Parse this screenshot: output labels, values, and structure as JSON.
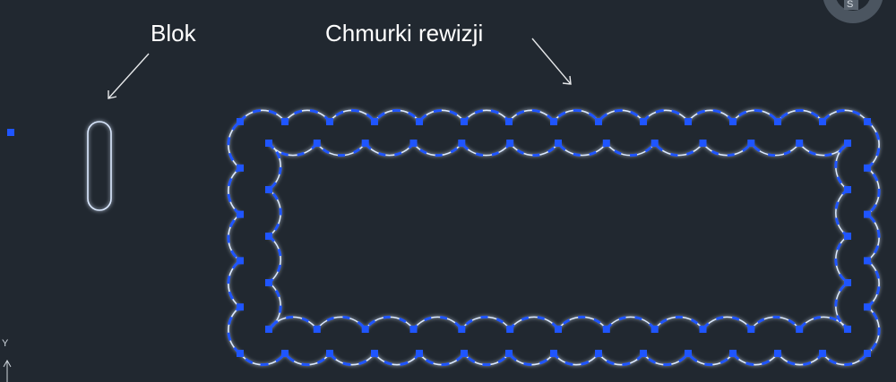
{
  "annotations": {
    "block_label": "Blok",
    "revcloud_label": "Chmurki rewizji"
  },
  "ucs": {
    "y_axis_label": "Y"
  },
  "viewcube": {
    "compass_letter": "S"
  },
  "colors": {
    "background": "#212830",
    "cloud_line": "#dbe9ff",
    "cloud_glow": "#4d86ff",
    "grip_blue": "#1f55ff",
    "dashed_blue": "#1f55ff",
    "label_text": "#ffffff"
  },
  "icons": [
    "arrow-leader-icon",
    "ucs-axis-icon",
    "viewcube-icon",
    "grip-icon"
  ]
}
